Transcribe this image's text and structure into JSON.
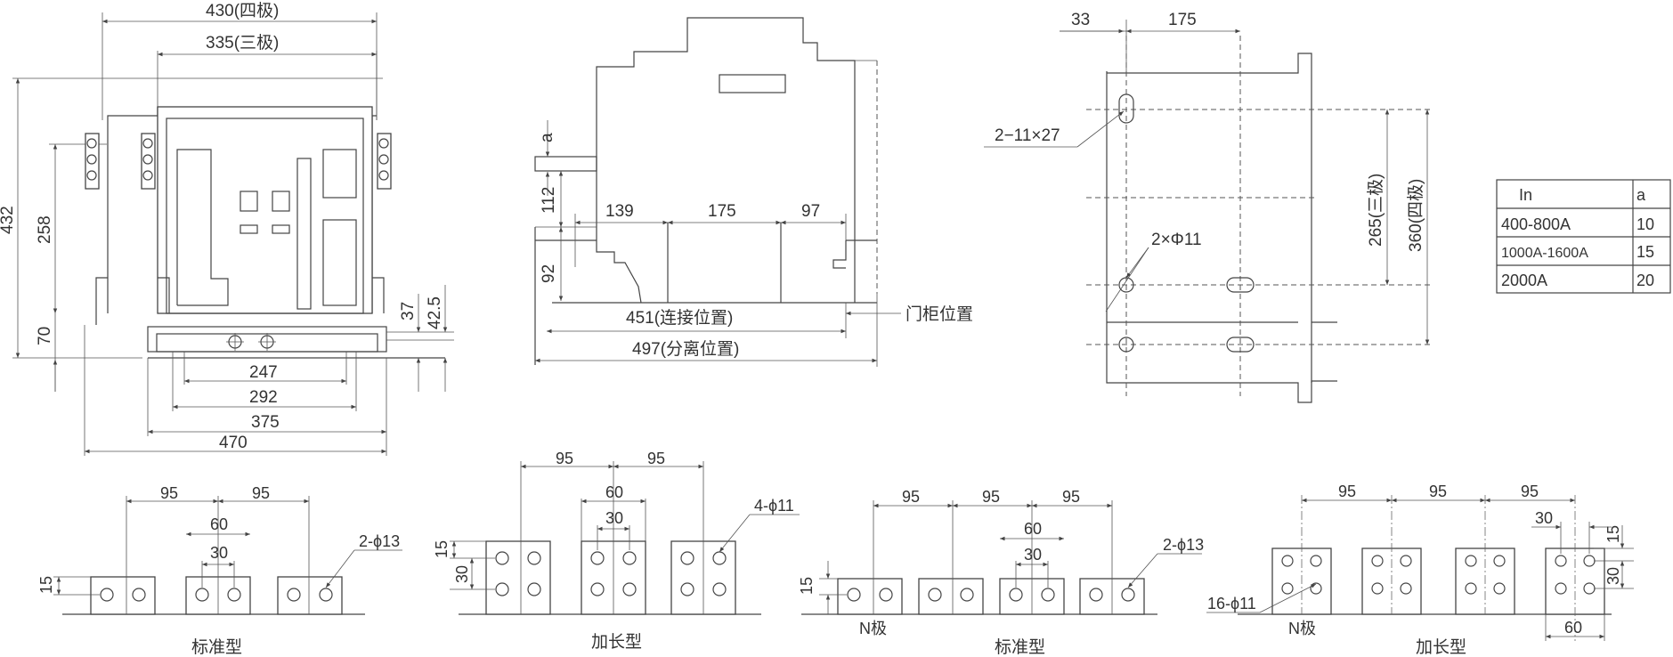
{
  "front_view": {
    "width_4pole": "430(四极)",
    "width_3pole": "335(三极)",
    "height_total": "432",
    "height_258": "258",
    "height_70": "70",
    "dim_37": "37",
    "dim_42_5": "42.5",
    "base_247": "247",
    "base_292": "292",
    "base_375": "375",
    "base_470": "470"
  },
  "side_view": {
    "dim_a": "a",
    "dim_112": "112",
    "dim_92": "92",
    "dim_139": "139",
    "dim_175": "175",
    "dim_97": "97",
    "connected_position": "451(连接位置)",
    "separated_position": "497(分离位置)",
    "cabinet_door_position": "门柜位置"
  },
  "mounting_view": {
    "dim_33": "33",
    "dim_175": "175",
    "slot_label": "2−11×27",
    "hole_label": "2×Φ11",
    "dim_265": "265(三极)",
    "dim_360": "360(四极)"
  },
  "current_table": {
    "headers": [
      "In",
      "a"
    ],
    "rows": [
      [
        "400-800A",
        "10"
      ],
      [
        "1000A-1600A",
        "15"
      ],
      [
        "2000A",
        "20"
      ]
    ]
  },
  "terminals": {
    "t1": {
      "pitch_a": "95",
      "pitch_b": "95",
      "dim_60": "60",
      "dim_30": "30",
      "dim_15": "15",
      "holes": "2-ϕ13",
      "caption": "标准型"
    },
    "t2": {
      "pitch_a": "95",
      "pitch_b": "95",
      "dim_60": "60",
      "dim_30": "30",
      "dim_15": "15",
      "dim_30v": "30",
      "holes": "4-ϕ11",
      "caption": "加长型"
    },
    "t3": {
      "pitch_a": "95",
      "pitch_b": "95",
      "pitch_c": "95",
      "dim_60": "60",
      "dim_30": "30",
      "dim_15": "15",
      "holes": "2-ϕ13",
      "n_pole": "N极",
      "caption": "标准型"
    },
    "t4": {
      "pitch_a": "95",
      "pitch_b": "95",
      "pitch_c": "95",
      "dim_30": "30",
      "dim_15": "15",
      "dim_30v": "30",
      "dim_60": "60",
      "holes": "16-ϕ11",
      "n_pole": "N极",
      "caption": "加长型"
    }
  }
}
